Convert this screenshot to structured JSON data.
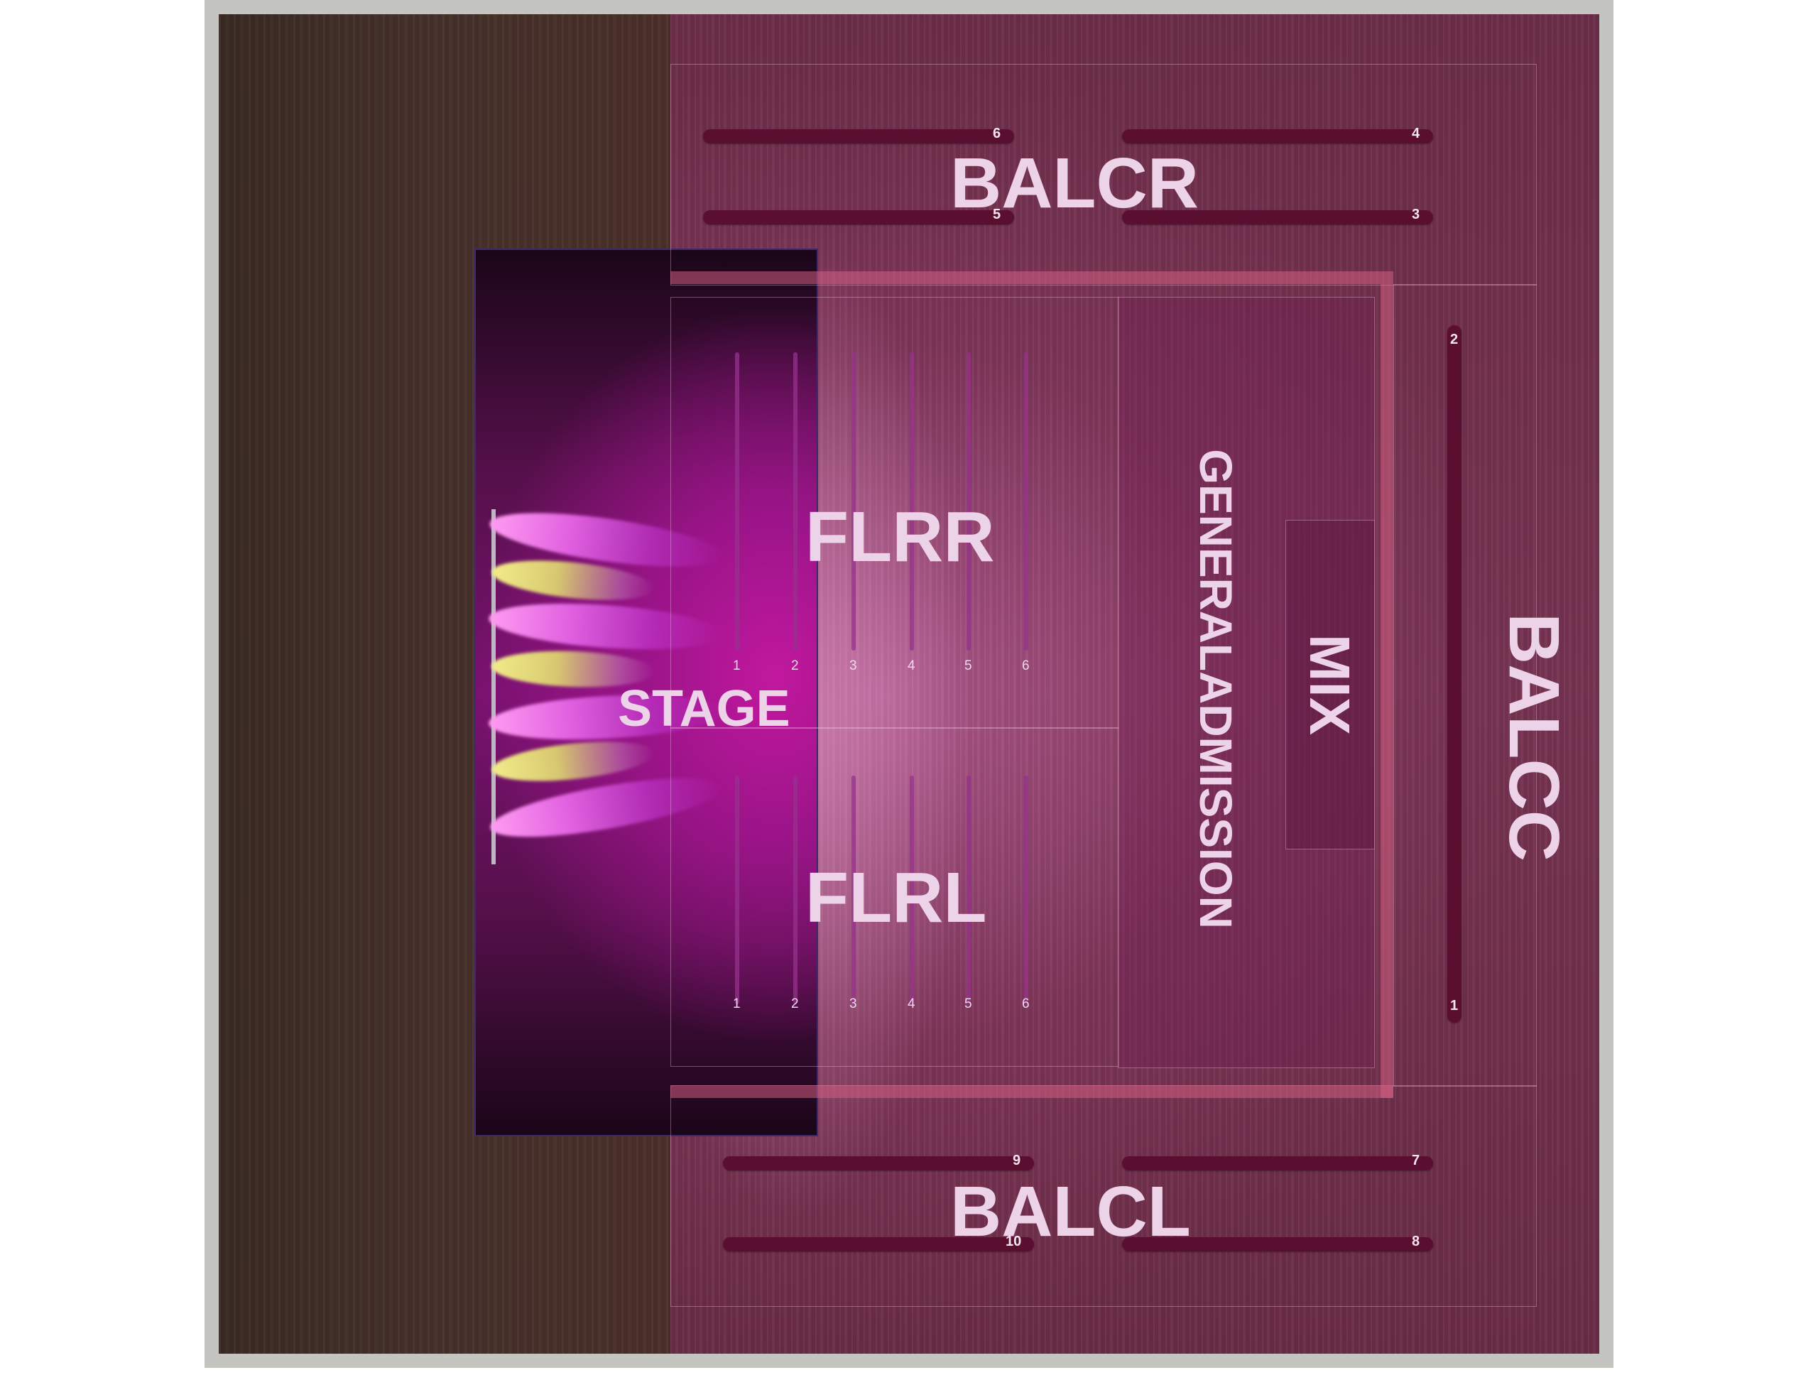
{
  "venue": {
    "stage_label": "STAGE",
    "sections": {
      "balcr": {
        "label": "BALCR",
        "rows": [
          "6",
          "4",
          "5",
          "3"
        ]
      },
      "balcl": {
        "label": "BALCL",
        "rows": [
          "9",
          "7",
          "10",
          "8"
        ]
      },
      "balcc": {
        "label": "BALCC",
        "rows": [
          "2",
          "1"
        ]
      },
      "flrr": {
        "label": "FLRR",
        "rows": [
          "1",
          "2",
          "3",
          "4",
          "5",
          "6"
        ]
      },
      "flrl": {
        "label": "FLRL",
        "rows": [
          "1",
          "2",
          "3",
          "4",
          "5",
          "6"
        ]
      },
      "ga": {
        "label": "GENERALADMISSION"
      },
      "mix": {
        "label": "MIX"
      }
    }
  },
  "colors": {
    "accent_label": "#ecd3e8",
    "row_bar": "#5a0f30",
    "stage": "#9a1488"
  }
}
